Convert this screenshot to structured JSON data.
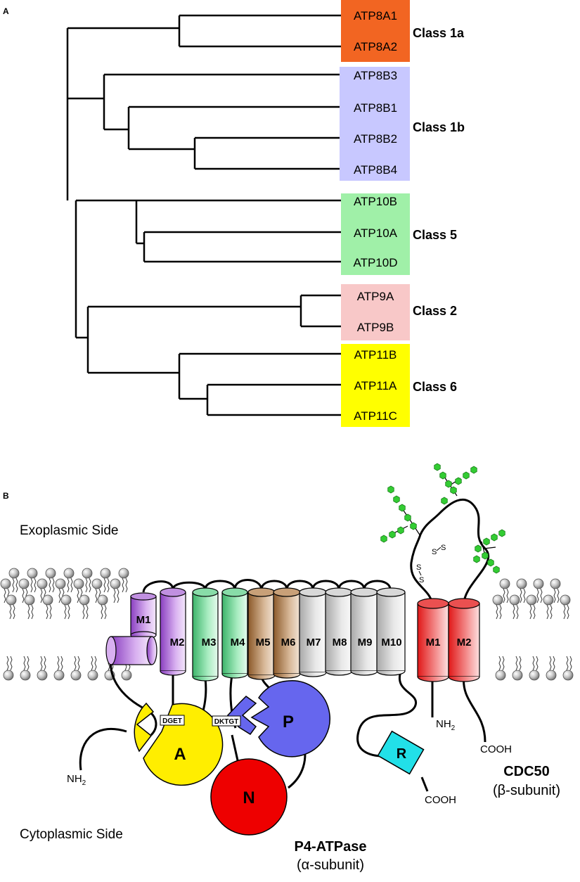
{
  "panel_a": {
    "label": "A",
    "genes": [
      {
        "name": "ATP8A1",
        "color": "#f26522"
      },
      {
        "name": "ATP8A2",
        "color": "#f26522"
      },
      {
        "name": "ATP8B3",
        "color": "#c8c8ff"
      },
      {
        "name": "ATP8B1",
        "color": "#c8c8ff"
      },
      {
        "name": "ATP8B2",
        "color": "#c8c8ff"
      },
      {
        "name": "ATP8B4",
        "color": "#c8c8ff"
      },
      {
        "name": "ATP10B",
        "color": "#a0f0a8"
      },
      {
        "name": "ATP10A",
        "color": "#a0f0a8"
      },
      {
        "name": "ATP10D",
        "color": "#a0f0a8"
      },
      {
        "name": "ATP9A",
        "color": "#f8c8c8"
      },
      {
        "name": "ATP9B",
        "color": "#f8c8c8"
      },
      {
        "name": "ATP11B",
        "color": "#ffff00"
      },
      {
        "name": "ATP11A",
        "color": "#ffff00"
      },
      {
        "name": "ATP11C",
        "color": "#ffff00"
      }
    ],
    "classes": [
      {
        "name": "Class 1a"
      },
      {
        "name": "Class 1b"
      },
      {
        "name": "Class 5"
      },
      {
        "name": "Class 2"
      },
      {
        "name": "Class 6"
      }
    ]
  },
  "panel_b": {
    "label": "B",
    "exoplasmic": "Exoplasmic Side",
    "cytoplasmic": "Cytoplasmic Side",
    "helices_alpha": [
      "M1",
      "M2",
      "M3",
      "M4",
      "M5",
      "M6",
      "M7",
      "M8",
      "M9",
      "M10"
    ],
    "helices_beta": [
      "M1",
      "M2"
    ],
    "domains": {
      "A": "A",
      "P": "P",
      "N": "N",
      "R": "R"
    },
    "motifs": {
      "dget": "DGET",
      "dktgt": "DKTGT"
    },
    "termini": {
      "nh2": "NH",
      "nh2_sub": "2",
      "cooh": "COOH"
    },
    "disulfide": {
      "s": "S"
    },
    "alpha_title": "P4-ATPase",
    "alpha_sub": "(α-subunit)",
    "beta_title": "CDC50",
    "beta_sub": "(β-subunit)",
    "colors": {
      "purple": "#9b4fd0",
      "green": "#4cc87a",
      "brown": "#a8703a",
      "grey": "#c8c8c8",
      "red": "#e02020",
      "yellow": "#ffee00",
      "blue": "#6666ee",
      "cyan": "#22e0e8",
      "glycan": "#33cc33"
    }
  }
}
